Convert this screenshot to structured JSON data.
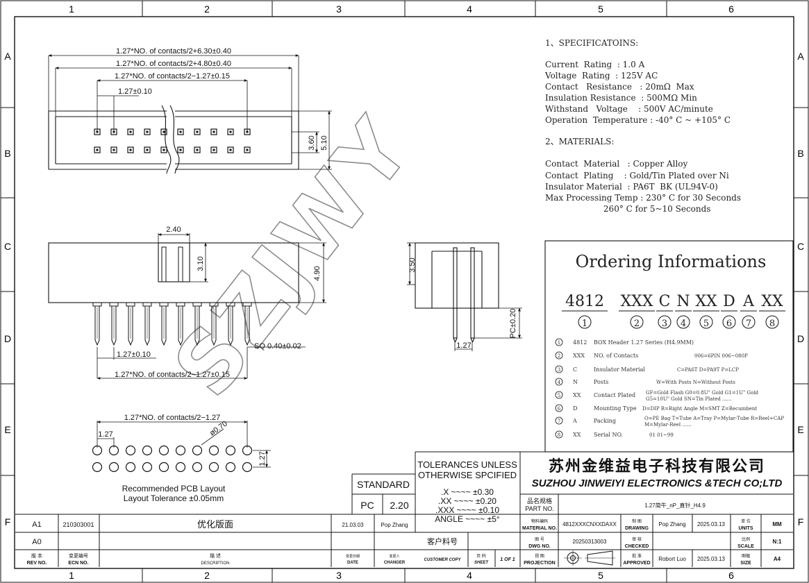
{
  "grid": {
    "columns": [
      "1",
      "2",
      "3",
      "4",
      "5",
      "6"
    ],
    "rows": [
      "A",
      "B",
      "C",
      "D",
      "E",
      "F"
    ]
  },
  "watermark": "SZJWY",
  "dimensions": {
    "top_overall": "1.27*NO. of contacts/2+6.30±0.40",
    "top_inner": "1.27*NO. of contacts/2+4.80±0.40",
    "top_pins": "1.27*NO. of contacts/2−1.27±0.15",
    "top_pitch": "1.27±0.10",
    "top_h1": "3.60",
    "top_h2": "5.10",
    "side_slot": "2.40",
    "side_slot_h": "3.10",
    "side_h": "4.90",
    "side_pitch": "1.27±0.10",
    "side_sq": "SQ 0.40±0.02",
    "side_pins": "1.27*NO. of contacts/2−1.27±0.15",
    "end_h": "3.50",
    "end_pc": "PC±0.20",
    "end_pitch": "1.27",
    "pcb_span": "1.27*NO. of contacts/2−1.27",
    "pcb_pitch": "1.27",
    "pcb_hole": "ø0.70",
    "pcb_row": "1.27",
    "pcb_note1": "Recommended PCB Layout",
    "pcb_note2": "Layout Tolerance ±0.05mm"
  },
  "specifications": {
    "heading": "1、SPECIFICATOINS:",
    "lines": [
      "Current  Rating  : 1.0 A",
      "Voltage  Rating  : 125V AC",
      "Contact   Resistance   : 20mΩ  Max",
      "Insulation Resistance  : 500MΩ Min",
      "Withstand   Voltage    : 500V AC/minute",
      "Operation  Temperature : -40° C ~ +105° C"
    ]
  },
  "materials": {
    "heading": "2、MATERIALS:",
    "lines": [
      "Contact  Material   : Copper Alloy",
      "Contact  Plating    : Gold/Tin Plated over Ni",
      "Insulator Material  : PA6T  BK (UL94V-0)",
      "Max Processing Temp : 230° C for 30 Seconds",
      "                      260° C for 5~10 Seconds"
    ]
  },
  "ordering": {
    "title": "Ordering Informations",
    "codes": [
      "4812",
      "XXX",
      "C",
      "N",
      "XX",
      "D",
      "A",
      "XX"
    ],
    "numbers": [
      "1",
      "2",
      "3",
      "4",
      "5",
      "6",
      "7",
      "8"
    ],
    "rows": [
      {
        "n": "1",
        "code": "4812",
        "name": "BOX  Header 1.27  Series  (H4.9MM)",
        "opts": ""
      },
      {
        "n": "2",
        "code": "XXX",
        "name": "NO. of Contacts",
        "opts": "006=6PIN  006~080P"
      },
      {
        "n": "3",
        "code": "C",
        "name": "Insulator Material",
        "opts": "C=PA6T  D=PA9T  P=LCP"
      },
      {
        "n": "4",
        "code": "N",
        "name": "Posts",
        "opts": "W=With Posts  N=Without Posts"
      },
      {
        "n": "5",
        "code": "XX",
        "name": "Contact Plated",
        "opts": "GF=Gold Flash  G0=0.8U\" Gold  G1=1U\" Gold",
        "opts2": "G5=10U\" Gold   SN=Tin Plated  ......"
      },
      {
        "n": "6",
        "code": "D",
        "name": "Mounting Type",
        "opts": "D=DIP  R=Right Angle  M=SMT  Z=Recumbent"
      },
      {
        "n": "7",
        "code": "A",
        "name": "Packing",
        "opts": "O=PE Bag  T=Tube  A=Tray  P=Mylar-Tube  R=Reel+CAP",
        "opts2": "M=Mylar-Reel  ......"
      },
      {
        "n": "8",
        "code": "XX",
        "name": "Serial NO.",
        "opts": "01   01~99"
      }
    ]
  },
  "tolerances": {
    "title1": "TOLERANCES  UNLESS",
    "title2": "OTHERWISE  SPCIFIED",
    "lines": [
      ".X  ~~~~  ±0.30",
      ".XX  ~~~~  ±0.20",
      ".XXX  ~~~~  ±0.10",
      "ANGLE  ~~~~  ±5°"
    ]
  },
  "standard": {
    "label": "STANDARD",
    "std": "PC",
    "pitch": "2.20"
  },
  "company": {
    "cn": "苏州金维益电子科技有限公司",
    "en": "SUZHOU JINWEIYI ELECTRONICS &TECH CO;LTD"
  },
  "title_block": {
    "product_cn": "品名规格",
    "part_no": "PART NO.",
    "product_name": "1.27简牛_nP_直针_H4.9",
    "material_cn": "物料编码",
    "material_en": "MATERIAL NO.",
    "material_no": "4812XXXCNXXDAXX",
    "drawing_cn": "制 图",
    "drawing_en": "DRAWING",
    "drawn_by": "Pop Zhang",
    "drawn_date": "2025.03.13",
    "units_cn": "单 位",
    "units_en": "UNITS",
    "units": "MM",
    "dwg_cn": "图 号",
    "dwg_en": "DWG NO.",
    "dwg_no": "20250313003",
    "checked_cn": "审 核",
    "checked_en": "CHECKED",
    "scale_cn": "比例",
    "scale_en": "SCALE",
    "scale": "N:1",
    "projection_cn": "视 图",
    "projection_en": "PROJECTION",
    "approved_cn": "批 准",
    "approved_en": "APPROVED",
    "approved_by": "Robort Luo",
    "approved_date": "2025.03.13",
    "size_cn": "图幅",
    "size_en": "SIZE",
    "size": "A4",
    "customer_cn": "客户料号",
    "customer_copy": "CUSTOMER COPY",
    "sheet_cn": "页 码",
    "sheet_en": "SHEET",
    "sheet": "1 OF 1"
  },
  "revisions": [
    {
      "rev": "A1",
      "ecn": "210303001",
      "desc": "优化版面",
      "date": "21.03.03",
      "changer": "Pop Zhang"
    },
    {
      "rev": "A0",
      "ecn": "",
      "desc": "",
      "date": "",
      "changer": ""
    }
  ],
  "revision_headers": {
    "rev_cn": "版 本",
    "rev_en": "REV NO.",
    "ecn_cn": "变更编号",
    "ecn_en": "ECN  NO.",
    "desc_cn": "描 述",
    "desc_en": "DESCRIPTION",
    "date_cn": "变更日期",
    "date_en": "DATE",
    "changer_cn": "变更人",
    "changer_en": "CHANGER"
  }
}
